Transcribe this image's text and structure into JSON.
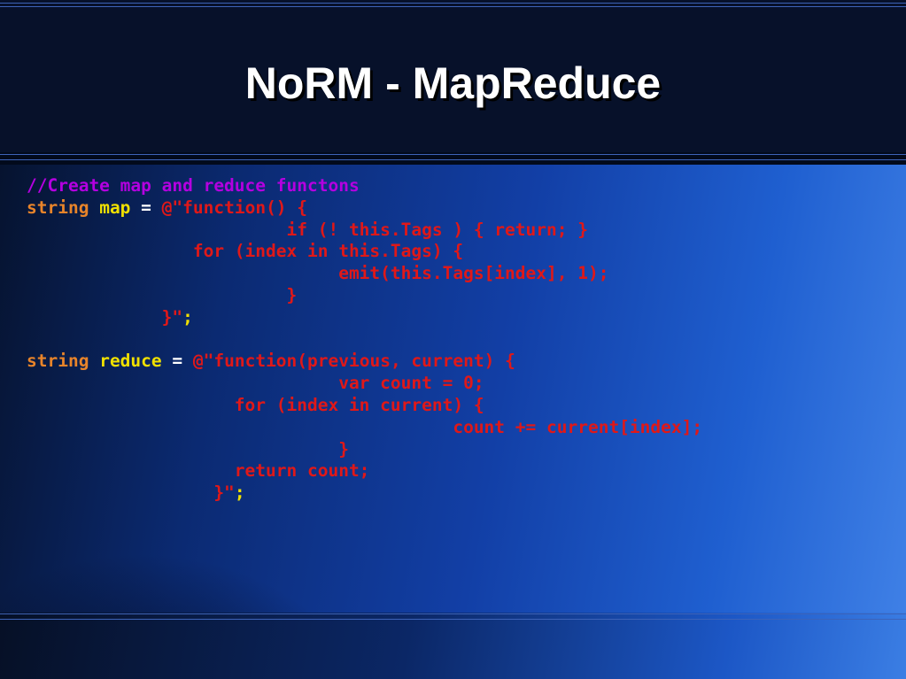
{
  "slide": {
    "title": "NoRM - MapReduce",
    "colors": {
      "comment": "#b400e0",
      "keyword": "#e8842a",
      "identifier": "#f0e000",
      "operator": "#ffffff",
      "string": "#e01818",
      "title": "#ffffff"
    },
    "code_lines": [
      [
        {
          "t": "comment",
          "s": "//Create map and reduce functons"
        }
      ],
      [
        {
          "t": "keyword",
          "s": "string"
        },
        {
          "t": "op",
          "s": " "
        },
        {
          "t": "ident",
          "s": "map"
        },
        {
          "t": "op",
          "s": " = "
        },
        {
          "t": "string",
          "s": "@\"function() {"
        }
      ],
      [
        {
          "t": "string",
          "s": "                         if (! this.Tags ) { return; }"
        }
      ],
      [
        {
          "t": "string",
          "s": "                for (index in this.Tags) {"
        }
      ],
      [
        {
          "t": "string",
          "s": "                              emit(this.Tags[index], 1);"
        }
      ],
      [
        {
          "t": "string",
          "s": "                         }"
        }
      ],
      [
        {
          "t": "string",
          "s": "             }\""
        },
        {
          "t": "ident",
          "s": ";"
        }
      ],
      [
        {
          "t": "op",
          "s": ""
        }
      ],
      [
        {
          "t": "keyword",
          "s": "string"
        },
        {
          "t": "op",
          "s": " "
        },
        {
          "t": "ident",
          "s": "reduce"
        },
        {
          "t": "op",
          "s": " = "
        },
        {
          "t": "string",
          "s": "@\"function(previous, current) {"
        }
      ],
      [
        {
          "t": "string",
          "s": "                              var count = 0;"
        }
      ],
      [
        {
          "t": "string",
          "s": "                    for (index in current) {"
        }
      ],
      [
        {
          "t": "string",
          "s": "                                         count += current[index];"
        }
      ],
      [
        {
          "t": "string",
          "s": "                              }"
        }
      ],
      [
        {
          "t": "string",
          "s": "                    return count;"
        }
      ],
      [
        {
          "t": "string",
          "s": "                  }\""
        },
        {
          "t": "ident",
          "s": ";"
        }
      ]
    ]
  }
}
